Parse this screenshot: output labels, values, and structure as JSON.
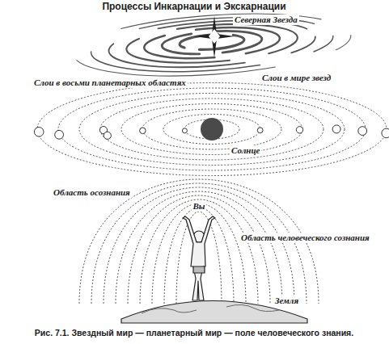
{
  "diagram": {
    "title": "Процессы Инкарнации и Экскарнации",
    "caption": "Рис. 7.1. Звездный мир — планетарный мир — поле человеческого знания.",
    "labels": [
      "Северная Звезда",
      "Слои в мире звезд",
      "Слои в восьми планетарных областях",
      "Солнце",
      "Область осознания",
      "Вы",
      "Область человеческого сознания",
      "Земля"
    ]
  }
}
